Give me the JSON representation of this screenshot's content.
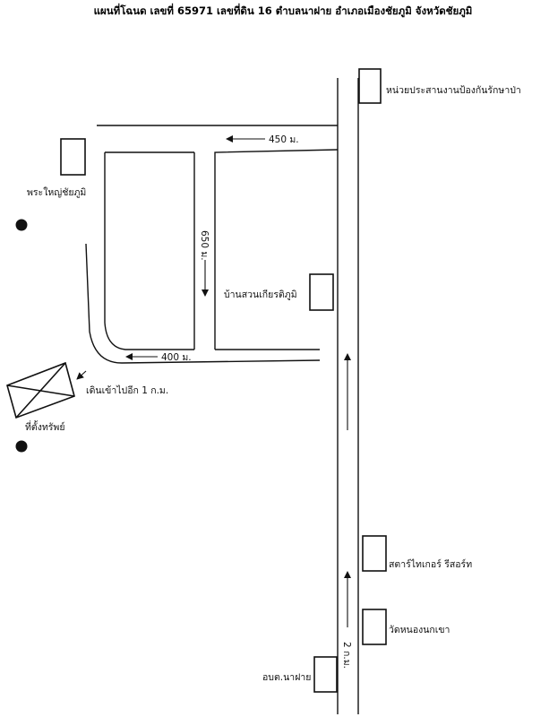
{
  "title": "แผนที่โฉนด เลขที่ 65971 เลขที่ดิน 16  ตำบลนาฝาย อำเภอเมืองชัยภูมิ  จังหวัดชัยภูมิ",
  "landmarks": {
    "forest_unit": "หน่วยประสานงานป้องกันรักษาป่า",
    "buddha": "พระใหญ่ชัยภูมิ",
    "village": "บ้านสวนเกียรติภูมิ",
    "property": "ที่ตั้งทรัพย์",
    "resort": "สตาร์ไทเกอร์ รีสอร์ท",
    "temple": "วัดหนองนกเขา",
    "tao": "อบต.นาฝาย"
  },
  "distances": {
    "d450": "450 ม.",
    "d650": "650 ม.",
    "d400": "400 ม.",
    "walk": "เดินเข้าไปอีก 1 ก.ม.",
    "d2km": "2 ก.ม."
  },
  "colors": {
    "ink": "#111111",
    "background": "#ffffff"
  }
}
